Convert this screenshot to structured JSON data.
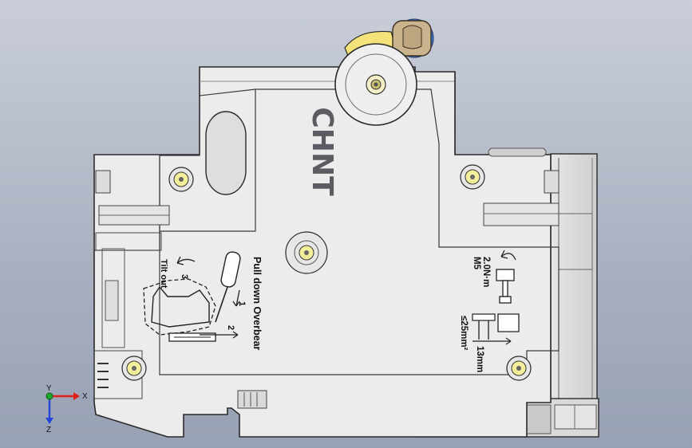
{
  "model": {
    "brand": "CHNT",
    "instructions": {
      "tilt_out": "Tilt out",
      "pull_down_overbear": "Pull down Overbear",
      "step1": "1",
      "step2": "2",
      "step3": "3"
    },
    "terminal": {
      "screw": "M5",
      "torque": "2.0N·m",
      "wire_section": "≤25mm²",
      "strip_length": "13mm"
    }
  },
  "triad": {
    "x": "X",
    "y": "Y",
    "z": "Z"
  },
  "colors": {
    "body": "#ebebeb",
    "edge": "#2a2a2a",
    "handle_yellow": "#f3e37a",
    "knob_beige": "#c9b48e",
    "knob_blue": "#3b74c9",
    "screw_ring": "#d4c86a",
    "axis_x": "#e0201b",
    "axis_y": "#1faa2c",
    "axis_z": "#2546d8"
  }
}
